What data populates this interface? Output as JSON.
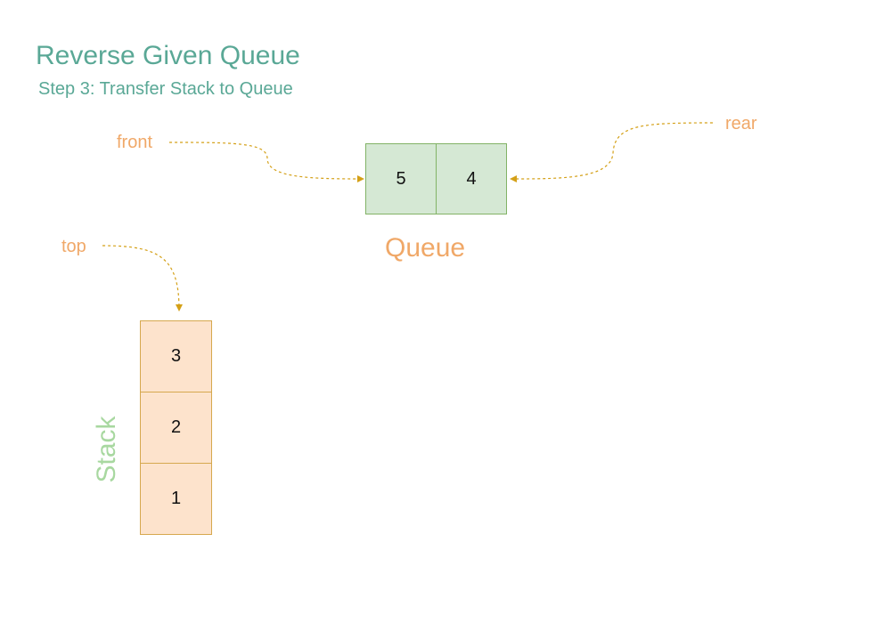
{
  "title": "Reverse Given Queue",
  "subtitle": "Step 3: Transfer Stack to Queue",
  "pointers": {
    "front": "front",
    "rear": "rear",
    "top": "top"
  },
  "queue": {
    "label": "Queue",
    "items": [
      "5",
      "4"
    ]
  },
  "stack": {
    "label": "Stack",
    "items": [
      "3",
      "2",
      "1"
    ]
  },
  "colors": {
    "title": "#5aa896",
    "pointer_label": "#f0a868",
    "arrow": "#d4a017",
    "queue_fill": "#d5e8d4",
    "queue_border": "#82b366",
    "stack_fill": "#fde3cc",
    "stack_border": "#d6a84e",
    "stack_label": "#a8d8a0"
  }
}
